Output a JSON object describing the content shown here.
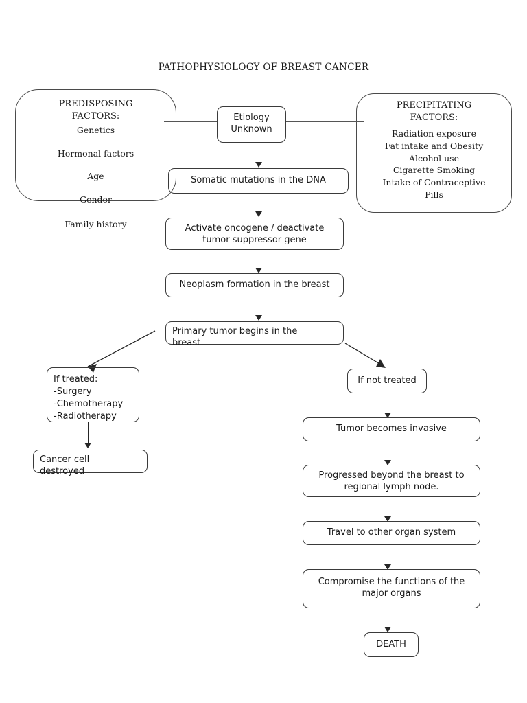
{
  "title": "PATHOPHYSIOLOGY OF BREAST CANCER",
  "panels": {
    "predisposing": {
      "heading": "PREDISPOSING\nFACTORS:",
      "items_inside": "Genetics\n\nHormonal factors\n\nAge\n\nGender",
      "item_outside": "Family history"
    },
    "precipitating": {
      "heading": "PRECIPITATING\nFACTORS:",
      "items": "Radiation exposure\nFat intake and Obesity\nAlcohol use\nCigarette Smoking\nIntake of Contraceptive\nPills"
    }
  },
  "nodes": {
    "etiology": "Etiology\nUnknown",
    "somatic": "Somatic mutations in the DNA",
    "activate": "Activate oncogene / deactivate\ntumor suppressor gene",
    "neoplasm": "Neoplasm formation in the breast",
    "primary": "Primary tumor begins in the\nbreast",
    "if_treated": "If treated:\n-Surgery\n-Chemotherapy\n-Radiotherapy",
    "cancer_destroyed": "Cancer cell\ndestroyed",
    "if_not_treated": "If not treated",
    "invasive": "Tumor becomes invasive",
    "progressed": "Progressed beyond the breast to\nregional lymph node.",
    "travel": "Travel to other organ system",
    "compromise": "Compromise the functions of the\nmajor organs",
    "death": "DEATH"
  },
  "colors": {
    "stroke": "#3a3a3a",
    "connector": "#262626",
    "text": "#1a1a1a",
    "background": "#ffffff"
  }
}
